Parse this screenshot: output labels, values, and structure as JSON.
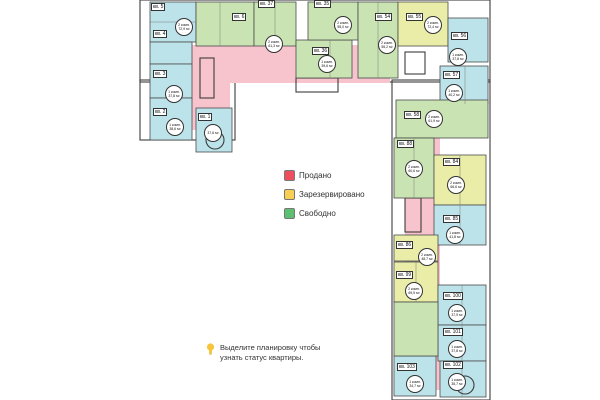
{
  "legend": [
    {
      "label": "Продано",
      "color": "#ef4f5d"
    },
    {
      "label": "Зарезервировано",
      "color": "#f7cf52"
    },
    {
      "label": "Свободно",
      "color": "#5cc070"
    }
  ],
  "hint": {
    "line1": "Выделите планировку чтобы",
    "line2": "узнать статус квартиры.",
    "icon": "bulb-icon"
  },
  "colors": {
    "sold": "#f2b8c1",
    "free": "#c9e4b2",
    "reserved": "#e9eda8",
    "blue": "#bde3ea",
    "corridor": "#f7c3cc"
  },
  "apartments": [
    {
      "id": "kv5",
      "label": "кв. 5",
      "rooms": "2 комн.",
      "area": "72,9 м²"
    },
    {
      "id": "kv4",
      "label": "кв. 4",
      "rooms": "",
      "area": ""
    },
    {
      "id": "kv6",
      "label": "кв. 6",
      "rooms": "",
      "area": ""
    },
    {
      "id": "kv3",
      "label": "кв. 3",
      "rooms": "1 комн.",
      "area": "37,8 м²"
    },
    {
      "id": "kv2",
      "label": "кв. 2",
      "rooms": "1 комн.",
      "area": "38,6 м²"
    },
    {
      "id": "kv1",
      "label": "кв. 1",
      "rooms": "",
      "area": "37,6 м²"
    },
    {
      "id": "kv37",
      "label": "кв. 37",
      "rooms": "2 комн.",
      "area": "61,3 м²"
    },
    {
      "id": "kv36",
      "label": "кв. 36",
      "rooms": "1 комн.",
      "area": "39,6 м²"
    },
    {
      "id": "kv35",
      "label": "кв. 35",
      "rooms": "2 комн.",
      "area": "55,0 м²"
    },
    {
      "id": "kv54",
      "label": "кв. 54",
      "rooms": "2 комн.",
      "area": "55,2 м²"
    },
    {
      "id": "kv55",
      "label": "кв. 55",
      "rooms": "2 комн.",
      "area": "72,4 м²"
    },
    {
      "id": "kv56",
      "label": "кв. 56",
      "rooms": "1 комн.",
      "area": "37,8 м²"
    },
    {
      "id": "kv57",
      "label": "кв. 57",
      "rooms": "1 комн.",
      "area": "40,2 м²"
    },
    {
      "id": "kv58",
      "label": "кв. 58",
      "rooms": "2 комн.",
      "area": "61,9 м²"
    },
    {
      "id": "kv88",
      "label": "кв. 88",
      "rooms": "2 комн.",
      "area": "60,6 м²"
    },
    {
      "id": "kv84",
      "label": "кв. 84",
      "rooms": "2 комн.",
      "area": "66,6 м²"
    },
    {
      "id": "kv85",
      "label": "кв. 85",
      "rooms": "1 комн.",
      "area": "41,8 м²"
    },
    {
      "id": "kv86",
      "label": "кв. 86",
      "rooms": "2 комн.",
      "area": "48,7 м²"
    },
    {
      "id": "kv99",
      "label": "кв. 99",
      "rooms": "2 комн.",
      "area": "69,5 м²"
    },
    {
      "id": "kv100",
      "label": "кв. 100",
      "rooms": "1 комн.",
      "area": "37,9 м²"
    },
    {
      "id": "kv101",
      "label": "кв. 101",
      "rooms": "1 комн.",
      "area": "37,8 м²"
    },
    {
      "id": "kv102",
      "label": "кв. 102",
      "rooms": "1 комн.",
      "area": "35,7 м²"
    },
    {
      "id": "kv103",
      "label": "кв. 103",
      "rooms": "1 комн.",
      "area": "34,7 м²"
    }
  ]
}
